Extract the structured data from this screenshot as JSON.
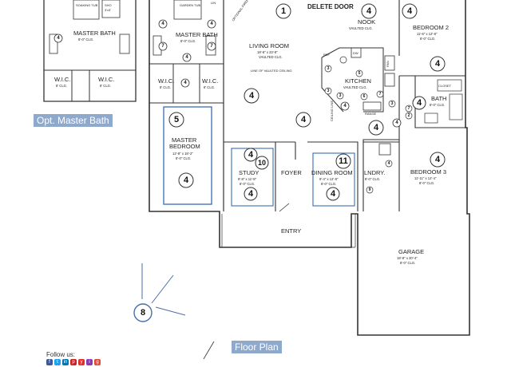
{
  "labels": {
    "opt_master_bath": "Opt. Master Bath",
    "floor_plan": "Floor Plan",
    "follow_us": "Follow us:",
    "delete_door": "DELETE DOOR",
    "optional_fireplace": "OPTIONAL FIREPLACE",
    "line_of_vaulted_ceiling": "LINE OF VAULTED CEILING",
    "ceiling_line": "CEILING LINE",
    "dw": "DW",
    "ref": "REF",
    "pan": "PAN",
    "range": "RANGE",
    "closet": "CLOSET",
    "linen": "LIN"
  },
  "rooms": {
    "soaking_tub": {
      "name": "SOAKING TUB"
    },
    "sho": {
      "name": "SHO",
      "dim": "3'x3'"
    },
    "master_bath_opt": {
      "name": "MASTER BATH",
      "dim": "8'-0\" CLG."
    },
    "wic_a": {
      "name": "W.I.C.",
      "dim": "8' CLG."
    },
    "wic_b": {
      "name": "W.I.C.",
      "dim": "8' CLG."
    },
    "garden_tub": {
      "name": "GARDEN TUB"
    },
    "master_bath": {
      "name": "MASTER BATH",
      "dim": "8'-0\" CLG."
    },
    "wic_c": {
      "name": "W.I.C.",
      "dim": "8' CLG."
    },
    "wic_d": {
      "name": "W.I.C.",
      "dim": "8' CLG."
    },
    "living_room": {
      "name": "LIVING ROOM",
      "dim1": "18'-6\" x 23'-8\"",
      "dim2": "VAULTED CLG."
    },
    "nook": {
      "name": "NOOK",
      "dim": "VAULTED CLG."
    },
    "kitchen": {
      "name": "KITCHEN",
      "dim": "VAULTED CLG."
    },
    "bedroom2": {
      "name": "BEDROOM 2",
      "dim1": "11'-6\" x 12'-8\"",
      "dim2": "8'-0\" CLG."
    },
    "bath": {
      "name": "BATH",
      "dim": "8'-0\" CLG."
    },
    "master_bedroom": {
      "name1": "MASTER",
      "name2": "BEDROOM",
      "dim1": "12'-8\" x 18'-2\"",
      "dim2": "8'-0\" CLG."
    },
    "study": {
      "name": "STUDY",
      "dim1": "9'-8\" x 11'-8\"",
      "dim2": "8'-0\" CLG."
    },
    "foyer": {
      "name": "FOYER"
    },
    "dining_room": {
      "name": "DINING ROOM",
      "dim1": "9'-4\" x 12'-8\"",
      "dim2": "8'-0\" CLG."
    },
    "laundry": {
      "name": "LNDRY.",
      "dim": "8'-0\" CLG."
    },
    "bedroom3": {
      "name": "BEDROOM 3",
      "dim1": "11'-11\" x 12'-4\"",
      "dim2": "8'-0\" CLG."
    },
    "entry": {
      "name": "ENTRY"
    },
    "garage": {
      "name": "GARAGE",
      "dim1": "18'-8\" x 20'-4\"",
      "dim2": "8'-0\" CLG."
    }
  },
  "markers": {
    "m1": "1",
    "m2": "4",
    "m3": "4",
    "m4": "4",
    "m5": "5",
    "m6": "4",
    "m7": "4",
    "m8": "10",
    "m9": "11",
    "m10": "4",
    "m11": "4",
    "m12": "4",
    "m13": "4",
    "m14": "4",
    "m15": "4",
    "m16": "4",
    "m17": "8",
    "s1": "4",
    "s2": "4",
    "s3": "4",
    "s4": "7",
    "s5": "7",
    "s6": "4",
    "s7": "4",
    "s8": "3",
    "s9": "3",
    "s10": "5",
    "s11": "6",
    "s12": "7",
    "s13": "4",
    "s14": "3",
    "s15": "3",
    "s16": "7",
    "s17": "2",
    "s18": "4",
    "s19": "4",
    "s20": "9",
    "s21": "4",
    "s22": "4"
  },
  "colors": {
    "banner": "#8fa9cc",
    "highlight": "#3a6db5",
    "wall": "#333333"
  }
}
